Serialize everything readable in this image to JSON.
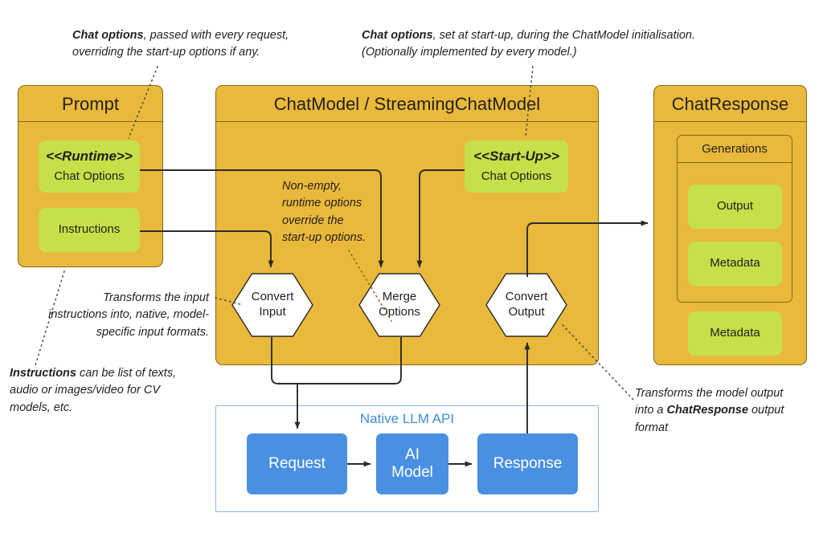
{
  "diagram": {
    "title": "ChatModel / StreamingChatModel request-response flow",
    "colors": {
      "panel_fill": "#e9b93b",
      "panel_stroke": "#7f6a1c",
      "green_fill": "#c6e049",
      "blue_fill": "#4a90e2",
      "api_border": "#8ab9ea",
      "api_title": "#3f8ddb",
      "wire": "#2b2b2b"
    }
  },
  "prompt_panel": {
    "title": "Prompt",
    "runtime_box": {
      "stereotype": "<<Runtime>>",
      "label": "Chat Options"
    },
    "instructions_box": {
      "label": "Instructions"
    }
  },
  "chatmodel_panel": {
    "title": "ChatModel / StreamingChatModel",
    "startup_box": {
      "stereotype": "<<Start-Up>>",
      "label": "Chat Options"
    },
    "hexagons": [
      {
        "line1": "Convert",
        "line2": "Input"
      },
      {
        "line1": "Merge",
        "line2": "Options"
      },
      {
        "line1": "Convert",
        "line2": "Output"
      }
    ],
    "inline_note": "Non-empty,\nruntime options\noverride the\nstart-up options."
  },
  "chatresponse_panel": {
    "title": "ChatResponse",
    "generations": {
      "title": "Generations",
      "items": [
        "Output",
        "Metadata"
      ]
    },
    "metadata_label": "Metadata"
  },
  "native_api": {
    "title": "Native LLM API",
    "boxes": [
      {
        "line1": "Request",
        "line2": ""
      },
      {
        "line1": "AI",
        "line2": "Model"
      },
      {
        "line1": "Response",
        "line2": ""
      }
    ]
  },
  "annotations": {
    "runtime_options": {
      "bold": "Chat options",
      "rest": ", passed with every  request, overriding the start-up options if any."
    },
    "startup_options": {
      "bold": "Chat options",
      "rest": ", set at start-up, during  the ChatModel initialisation. (Optionally implemented by every model.)"
    },
    "convert_input": {
      "text": "Transforms the input instructions into, native, model-specific input formats."
    },
    "instructions": {
      "bold": "Instructions",
      "rest": " can be list of texts, audio or images/video for CV models, etc."
    },
    "convert_output": {
      "pre": "Transforms the model output into  a ",
      "bold": "ChatResponse",
      "post": " output format"
    }
  }
}
